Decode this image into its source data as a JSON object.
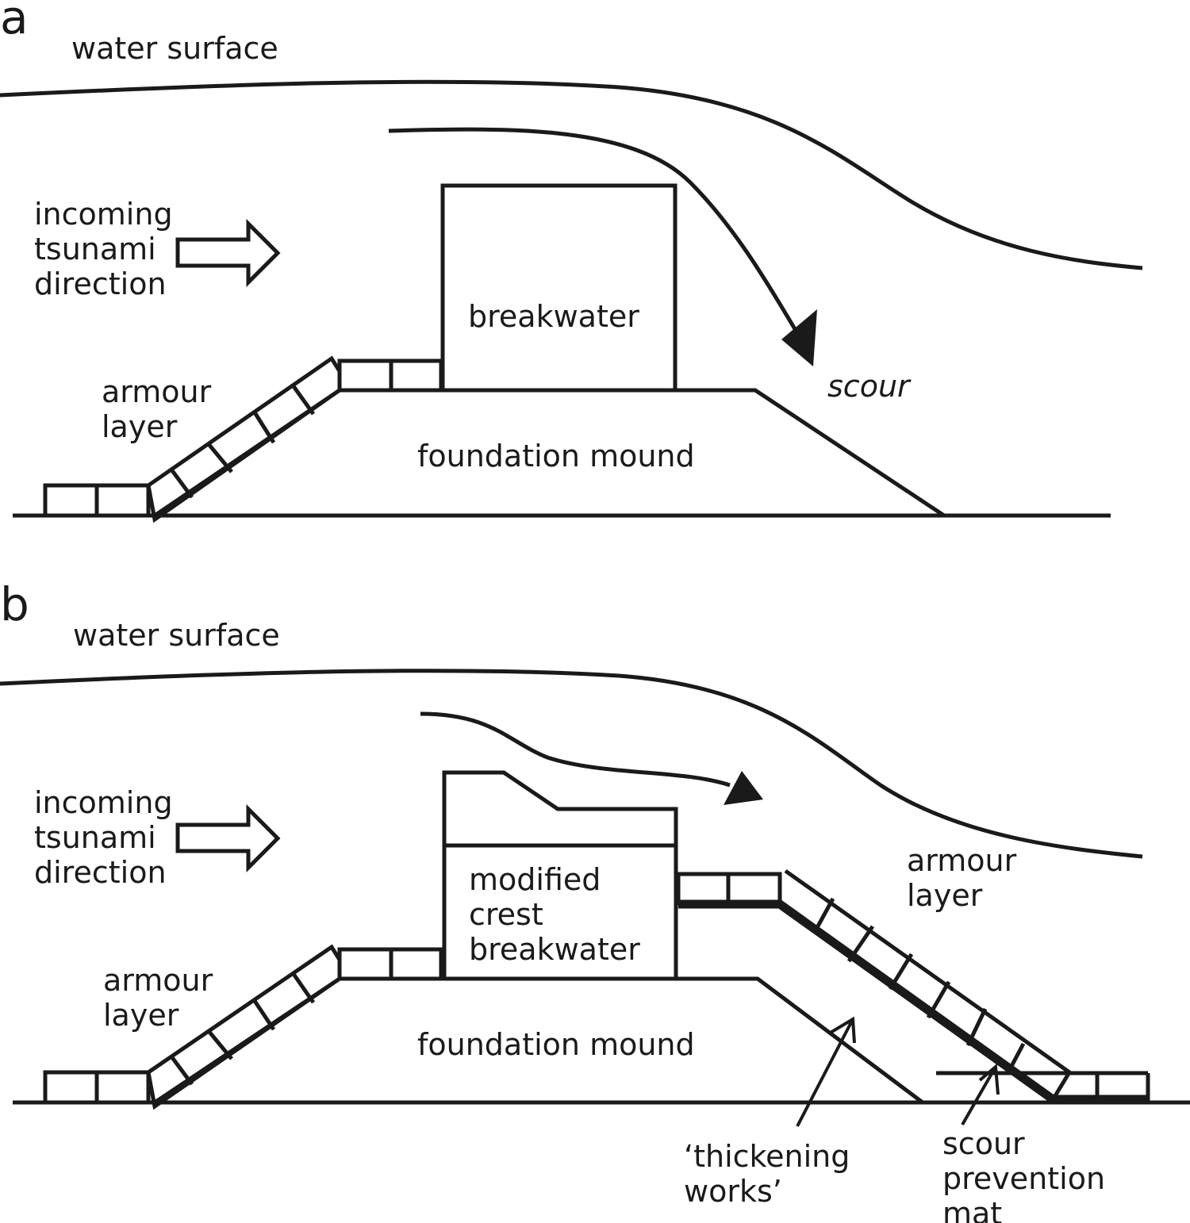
{
  "panels": [
    {
      "letter": "a",
      "water_surface": "water surface",
      "incoming": [
        "incoming",
        "tsunami",
        "direction"
      ],
      "structure": "breakwater",
      "armour": [
        "armour",
        "layer"
      ],
      "foundation": "foundation mound",
      "scour": "scour"
    },
    {
      "letter": "b",
      "water_surface": "water surface",
      "incoming": [
        "incoming",
        "tsunami",
        "direction"
      ],
      "structure": [
        "modified",
        "crest",
        "breakwater"
      ],
      "armour_left": [
        "armour",
        "layer"
      ],
      "armour_right": [
        "armour",
        "layer"
      ],
      "foundation": "foundation mound",
      "thickening": [
        "‘thickening",
        "works’"
      ],
      "mat": [
        "scour",
        "prevention",
        "mat"
      ]
    }
  ],
  "colors": {
    "ink": "#1a1a1a",
    "background": "#ffffff"
  }
}
